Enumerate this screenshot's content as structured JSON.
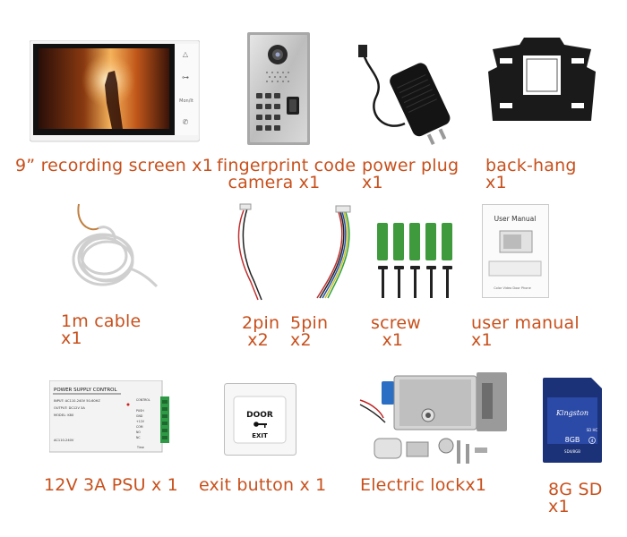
{
  "items": [
    {
      "label": "9” recording screen x1"
    },
    {
      "label": "fingerprint code\n  camera x1"
    },
    {
      "label": "power plug\nx1"
    },
    {
      "label": "back-hang\nx1"
    },
    {
      "label": "1m cable\nx1"
    },
    {
      "label": "2pin\n x2"
    },
    {
      "label": "5pin\nx2"
    },
    {
      "label": "screw\n  x1"
    },
    {
      "label": "user manual\nx1"
    },
    {
      "label": "12V 3A PSU x 1"
    },
    {
      "label": "exit button x 1"
    },
    {
      "label": "Electric lockx1"
    },
    {
      "label": "8G SD\nx1"
    }
  ],
  "texts": {
    "manual_title": "User Manual",
    "manual_footer": "Color Video Door Phone",
    "psu_title": "POWER SUPPLY CONTROL",
    "psu_input": "INPUT: AC110-240V 50-60HZ",
    "psu_output": "OUTPUT: DC12V 3A",
    "psu_model": "MODEL: K80",
    "psu_bottom": "AC110-240V",
    "psu_control": "CONTROL",
    "psu_push": "PUSH",
    "psu_gnd": "GND",
    "psu_12v": "+12V",
    "psu_com": "COM",
    "psu_no": "NO",
    "psu_nc": "NC",
    "psu_time": "Time",
    "door_text": "DOOR",
    "exit_text": "EXIT",
    "sd_brand": "Kingston",
    "sd_size": "8GB",
    "sd_bottom": "SD4/8GB",
    "sd_sdhc": "SD HC",
    "sd_class": "4",
    "screen_btn": "Mon/It"
  },
  "colors": {
    "label": "#c8501c"
  }
}
